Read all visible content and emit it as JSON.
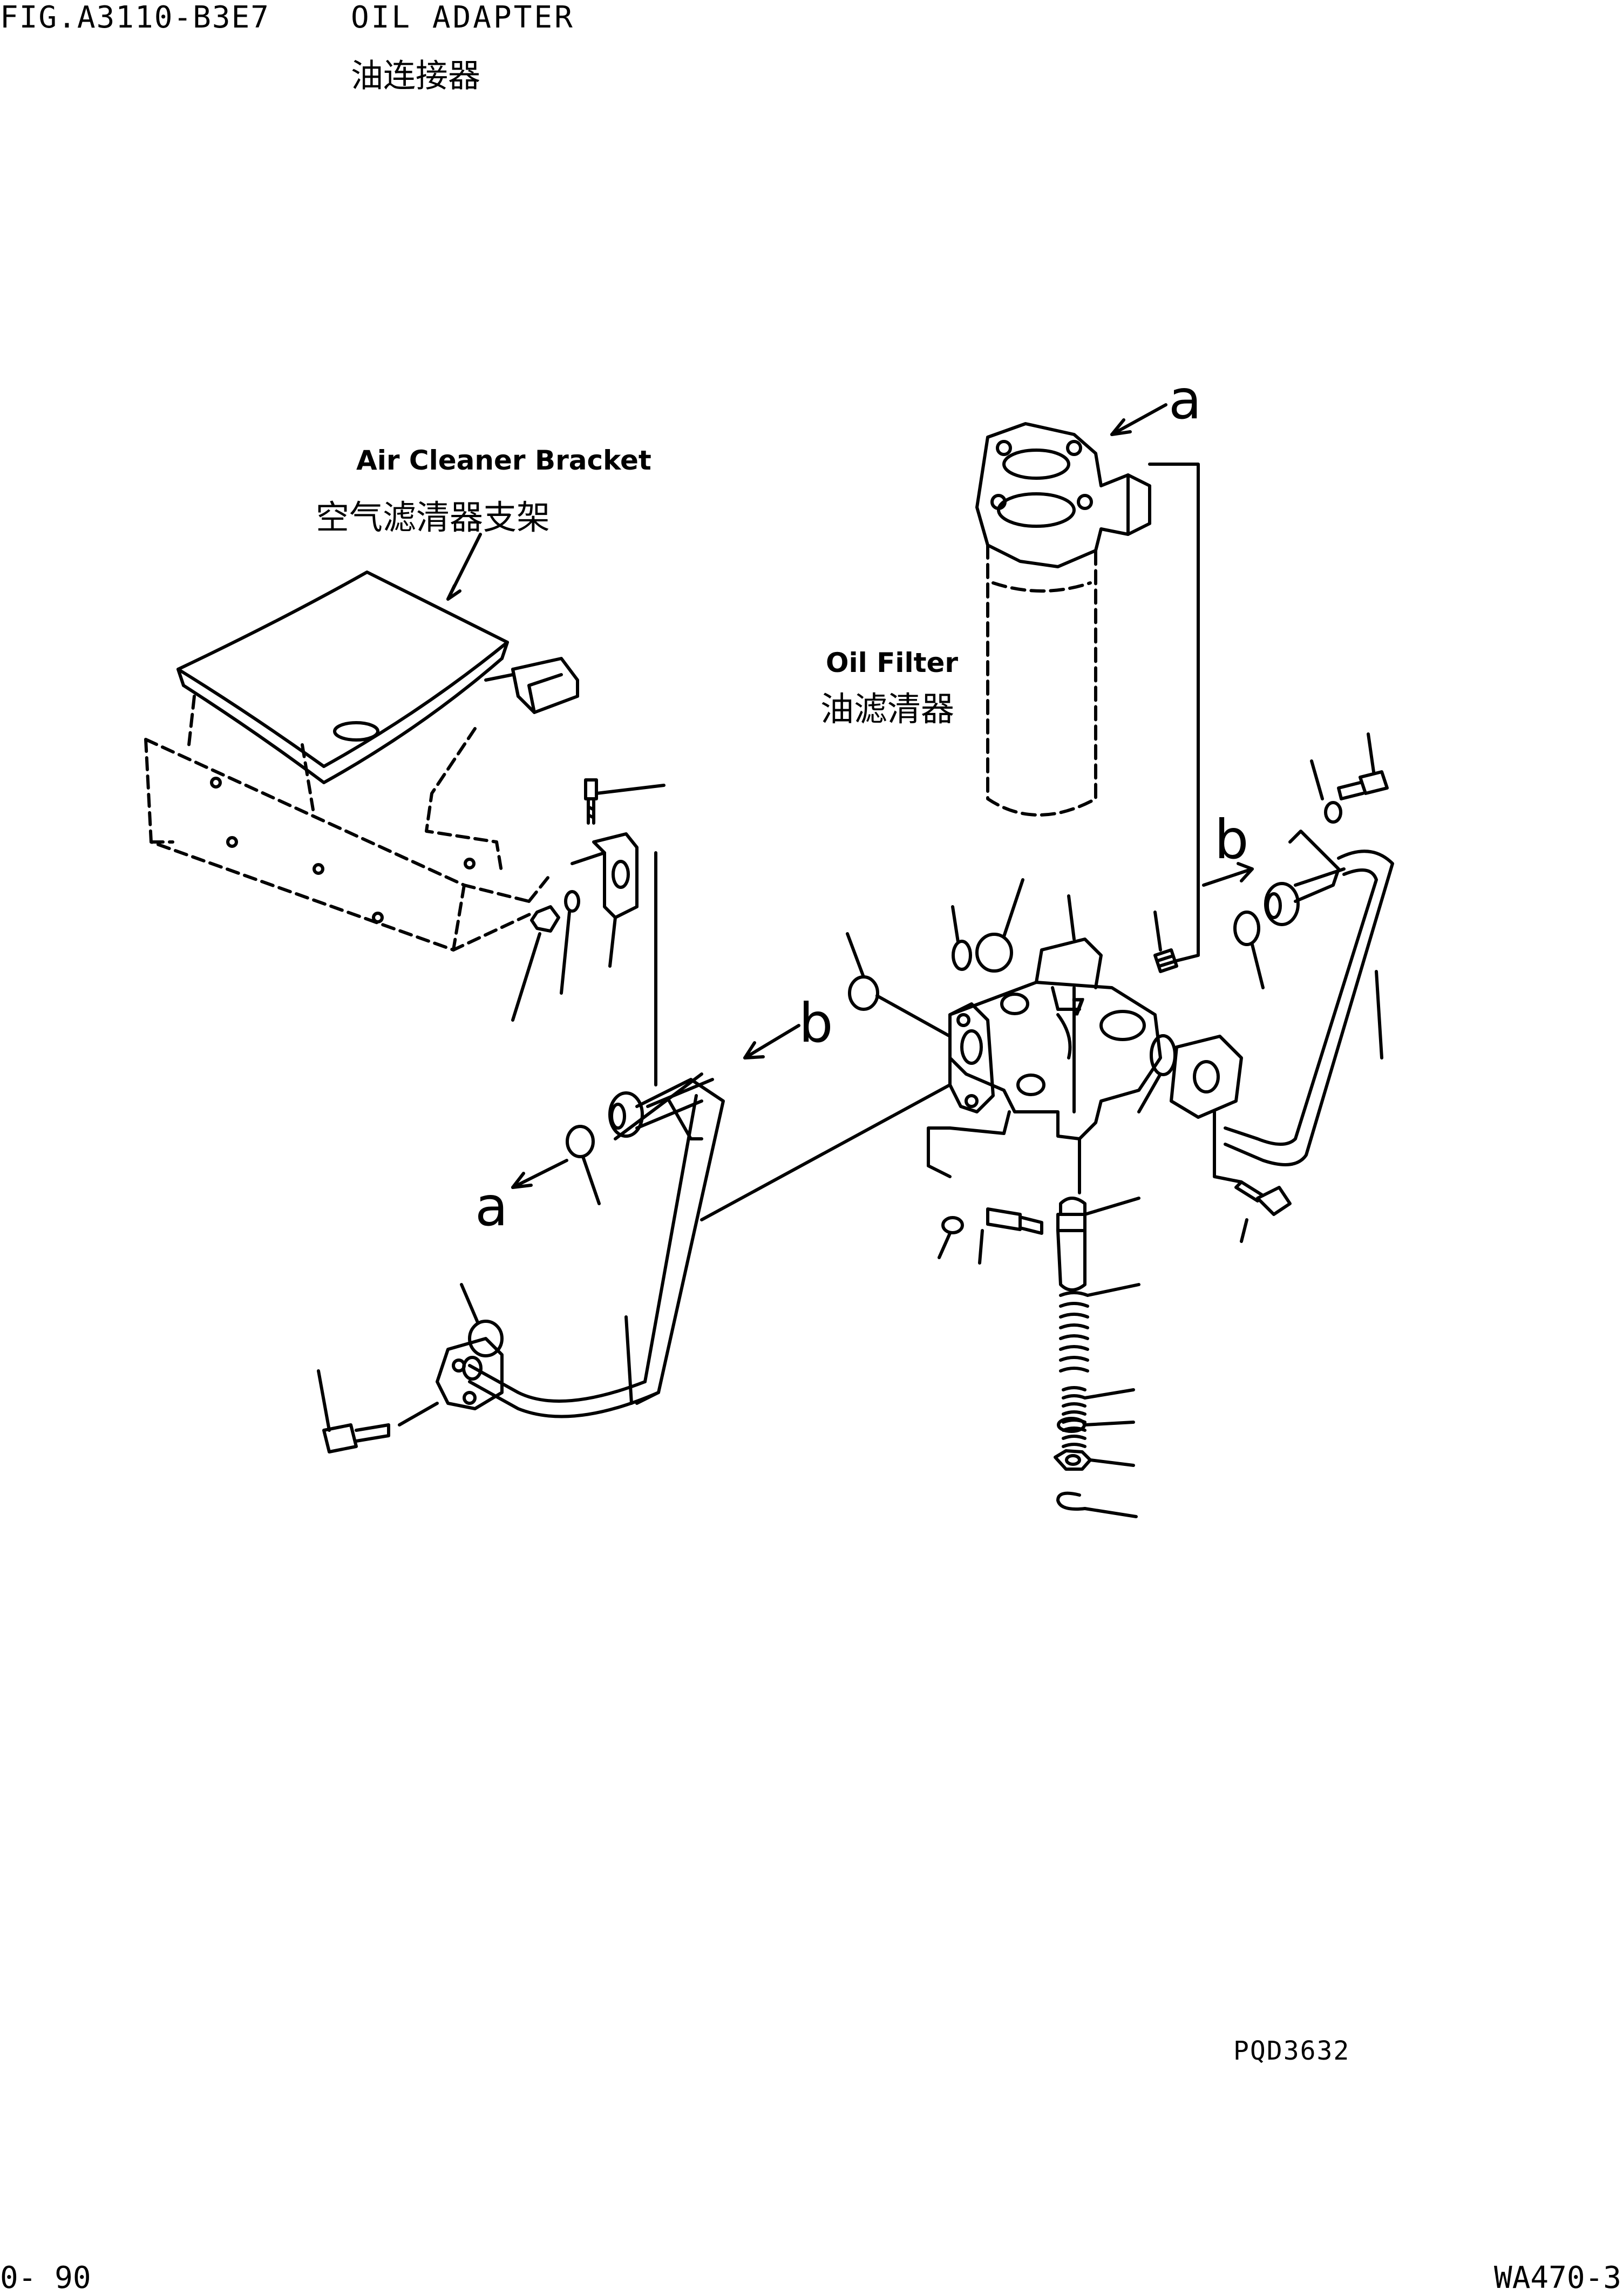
{
  "header": {
    "figure_number": "FIG.A3110-B3E7",
    "title_en": "OIL ADAPTER",
    "title_cn": "油连接器"
  },
  "labels": {
    "air_cleaner_bracket_en": "Air Cleaner Bracket",
    "air_cleaner_bracket_cn": "空气滤清器支架",
    "oil_filter_en": "Oil Filter",
    "oil_filter_cn": "油滤清器"
  },
  "callouts": {
    "a_top": "a",
    "a_left": "a",
    "b_left": "b",
    "b_right": "b"
  },
  "footer": {
    "drawing_code": "PQD3632",
    "page_number": "0- 90",
    "model": "WA470-3"
  },
  "colors": {
    "ink": "#000000",
    "paper": "#ffffff"
  }
}
